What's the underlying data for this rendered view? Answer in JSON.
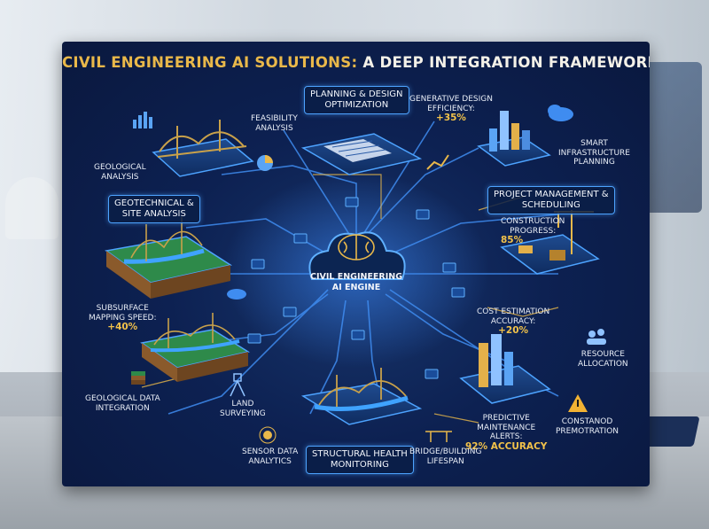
{
  "title": {
    "part1": "CIVIL ENGINEERING AI SOLUTIONS:",
    "part2": " A DEEP INTEGRATION FRAMEWORK"
  },
  "engine": {
    "line1": "CIVIL ENGINEERING",
    "line2": "AI ENGINE"
  },
  "sections": {
    "planning": {
      "line1": "PLANNING & DESIGN",
      "line2": "OPTIMIZATION"
    },
    "geotech": {
      "line1": "GEOTECHNICAL &",
      "line2": "SITE ANALYSIS"
    },
    "project": {
      "line1": "PROJECT MANAGEMENT &",
      "line2": "SCHEDULING"
    },
    "structural": {
      "line1": "STRUCTURAL HEALTH",
      "line2": "MONITORING"
    }
  },
  "labels": {
    "feasibility": {
      "line1": "FEASIBILITY",
      "line2": "ANALYSIS"
    },
    "generative": {
      "line1": "GENERATIVE DESIGN",
      "line2": "EFFICIENCY:",
      "value": "+35%"
    },
    "smart": {
      "line1": "SMART",
      "line2": "INFRASTRUCTURE",
      "line3": "PLANNING"
    },
    "geological": {
      "line1": "GEOLOGICAL",
      "line2": "ANALYSIS"
    },
    "construction": {
      "line1": "CONSTRUCTION",
      "line2": "PROGRESS:",
      "value": "85%"
    },
    "subsurface": {
      "line1": "SUBSURFACE",
      "line2": "MAPPING SPEED:",
      "value": "+40%"
    },
    "cost": {
      "line1": "COST ESTIMATION",
      "line2": "ACCURACY:",
      "value": "+20%"
    },
    "resource": {
      "line1": "RESOURCE",
      "line2": "ALLOCATION"
    },
    "geodata": {
      "line1": "GEOLOGICAL DATA",
      "line2": "INTEGRATION"
    },
    "land": {
      "line1": "LAND",
      "line2": "SURVEYING"
    },
    "predictive": {
      "line1": "PREDICTIVE",
      "line2": "MAINTENANCE",
      "line3": "ALERTS:",
      "value": "92% ACCURACY"
    },
    "constand": {
      "line1": "CONSTANOD",
      "line2": "PREMOTRATION"
    },
    "sensor": {
      "line1": "SENSOR DATA",
      "line2": "ANALYTICS"
    },
    "bridge": {
      "line1": "BRIDGE/BUILDING",
      "line2": "LIFESPAN"
    }
  },
  "icons": [
    "brain-icon",
    "bridge-icon",
    "blueprint-icon",
    "city-icon",
    "crane-icon",
    "skyscraper-icon",
    "terrain-icon",
    "pie-chart-icon",
    "bar-chart-icon",
    "cloud-icon",
    "people-icon",
    "warning-icon",
    "theodolite-icon",
    "sensor-icon",
    "soil-layers-icon"
  ],
  "colors": {
    "background": "#0d2152",
    "accent": "#4da3ff",
    "gold": "#e9b84a",
    "warning": "#f2b233"
  }
}
